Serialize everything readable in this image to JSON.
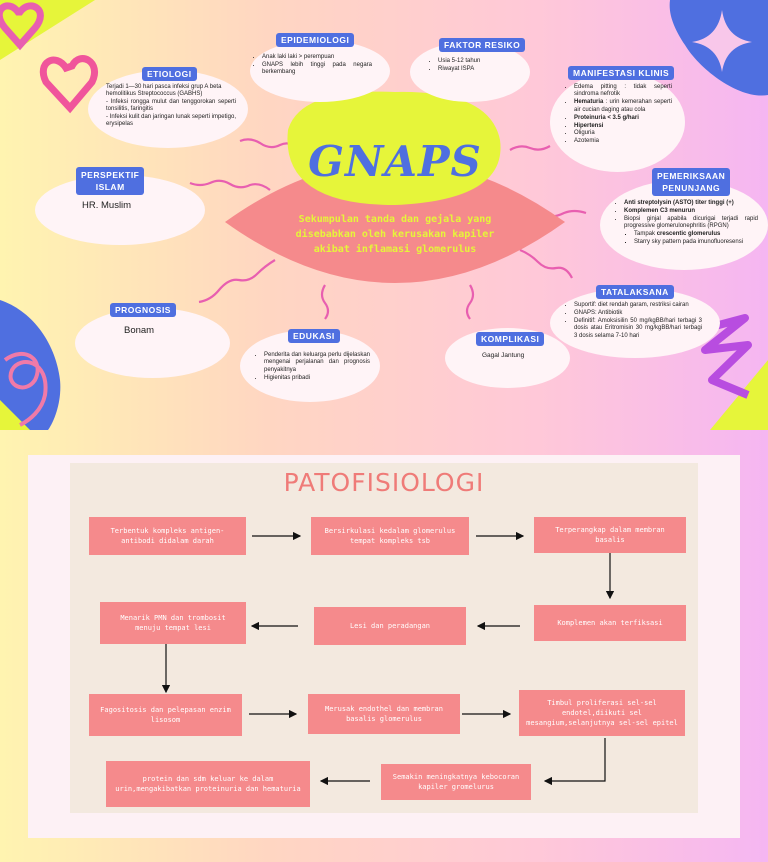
{
  "title": "GNAPS",
  "definition": "Sekumpulan tanda dan gejala yang disebabkan oleh kerusakan kapiler akibat inflamasi glomerulus",
  "sections": {
    "epidemiologi": {
      "label": "EPIDEMIOLOGI",
      "items": [
        "Anak laki laki > perempuan",
        "GNAPS lebih tinggi pada negara berkembang"
      ]
    },
    "faktor_resiko": {
      "label": "FAKTOR RESIKO",
      "items": [
        "Usia 5-12 tahun",
        "Riwayat ISPA"
      ]
    },
    "etiologi": {
      "label": "ETIOLOGI",
      "lines": [
        "Terjadi 1—30 hari pasca infeksi grup A beta hemolitikus Streptococcus (GABHS)",
        "- Infeksi rongga mulut dan tenggorokan seperti tonsilitis, faringitis",
        "- Infeksi kulit dan jaringan lunak seperti impetigo, erysipelas"
      ]
    },
    "manifestasi": {
      "label": "MANIFESTASI KLINIS",
      "items": [
        {
          "strong": "",
          "text": "Edema pitting : tidak seperti sindroma nefrotik"
        },
        {
          "strong": "Hematuria",
          "text": " : urin kemerahan seperti air cucian daging atau cola"
        },
        {
          "strong": "Proteinuria < 3.5 g/hari",
          "text": ""
        },
        {
          "strong": "Hipertensi",
          "text": ""
        },
        {
          "strong": "",
          "text": "Oliguria"
        },
        {
          "strong": "",
          "text": "Azotemia"
        }
      ]
    },
    "perspektif": {
      "label_line1": "PERSPEKTIF",
      "label_line2": "ISLAM",
      "text": "HR. Muslim"
    },
    "pemeriksaan": {
      "label_line1": "PEMERIKSAAN",
      "label_line2": "PENUNJANG",
      "item1": "Anti streptolysin (ASTO) titer tinggi (+)",
      "item2": "Komplemen C3 menurun",
      "item3": "Biopsi ginjal apabila dicurigai terjadi rapid progressive glomerulonephritis (RPGN)",
      "sub1_prefix": "Tampak ",
      "sub1_strong": "crescentic glomerulus",
      "sub2": "Starry sky pattern pada imunofluoresensi"
    },
    "tatalaksana": {
      "label": "TATALAKSANA",
      "items": [
        "Suportif: diet rendah garam, restriksi cairan",
        "GNAPS: Antibiotik",
        "Definitif: Amoksisilin 50 mg/kgBB/hari terbagi 3 dosis atau Eritromisin 30 mg/kgBB/hari terbagi 3 dosis selama 7-10 hari"
      ]
    },
    "prognosis": {
      "label": "PROGNOSIS",
      "text": "Bonam"
    },
    "edukasi": {
      "label": "EDUKASI",
      "items": [
        "Penderita dan keluarga perlu dijelaskan mengenai perjalanan dan prognosis penyakitnya",
        "Higienitas pribadi"
      ]
    },
    "komplikasi": {
      "label": "KOMPLIKASI",
      "text": "Gagal Jantung"
    }
  },
  "pato": {
    "title": "PATOFISIOLOGI",
    "steps": [
      "Terbentuk kompleks antigen-antibodi didalam darah",
      "Bersirkulasi kedalam glomerulus tempat kompleks tsb",
      "Terperangkap dalam membran basalis",
      "Komplemen akan terfiksasi",
      "Lesi dan peradangan",
      "Menarik PMN dan trombosit menuju tempat lesi",
      "Fagositosis dan pelepasan enzim lisosom",
      "Merusak endothel dan membran basalis glomerulus",
      "Timbul proliferasi sel-sel endotel,diikuti sel mesangium,selanjutnya sel-sel epitel",
      "Semakin meningkatnya kebocoran kapiler gromelurus",
      "protein dan sdm keluar ke dalam urin,mengakibatkan proteinuria dan hematuria"
    ]
  },
  "colors": {
    "blue": "#4f6fe0",
    "yellow": "#e6f53a",
    "pink": "#f58a8c",
    "magenta": "#e85fb0",
    "violet": "#b84de0"
  }
}
